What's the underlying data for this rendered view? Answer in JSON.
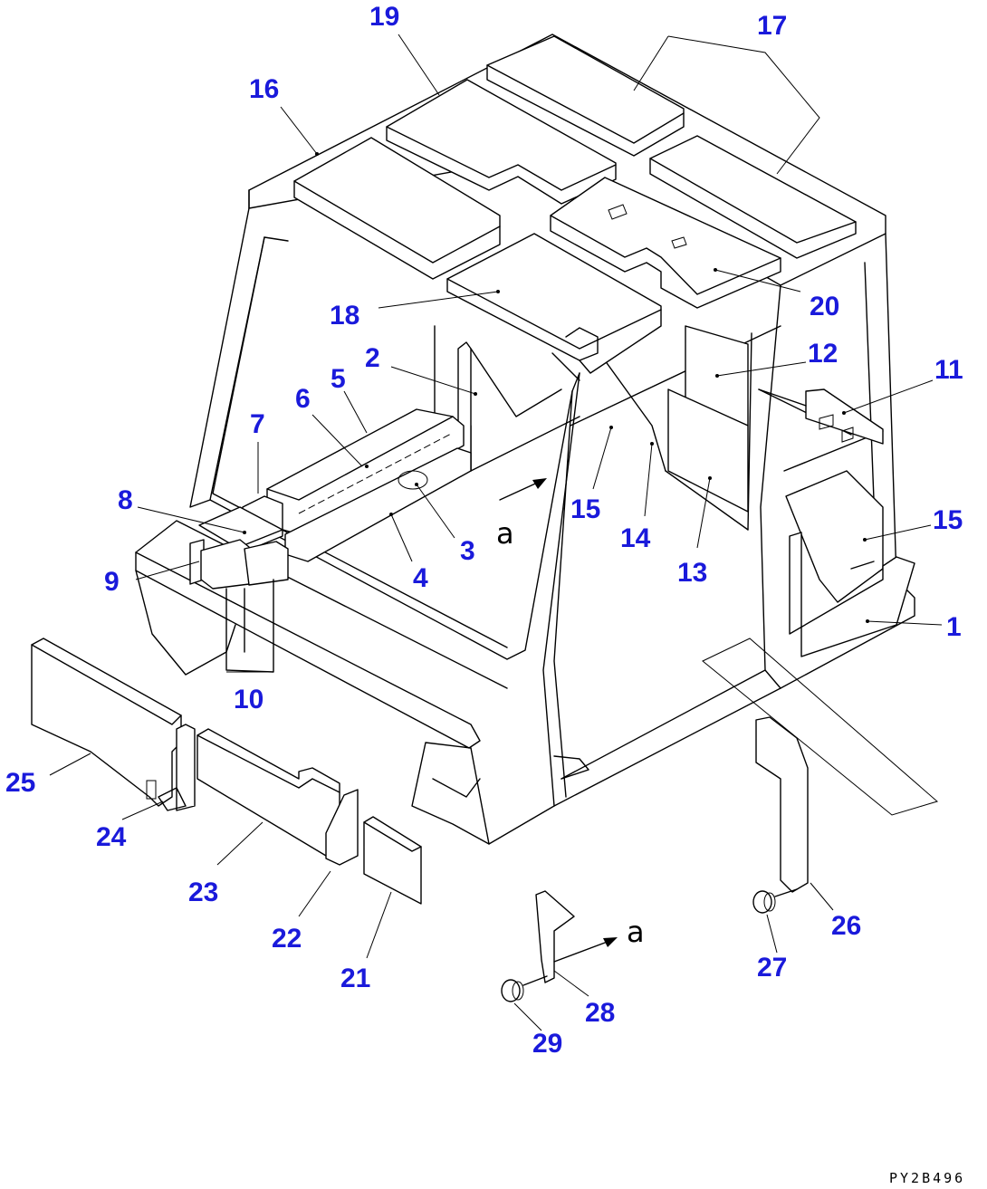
{
  "diagram": {
    "drawing_code": "PY2B496",
    "view_letter": "a",
    "callouts": [
      {
        "id": "c1",
        "label": "1"
      },
      {
        "id": "c2",
        "label": "2"
      },
      {
        "id": "c3",
        "label": "3"
      },
      {
        "id": "c4",
        "label": "4"
      },
      {
        "id": "c5",
        "label": "5"
      },
      {
        "id": "c6",
        "label": "6"
      },
      {
        "id": "c7",
        "label": "7"
      },
      {
        "id": "c8",
        "label": "8"
      },
      {
        "id": "c9",
        "label": "9"
      },
      {
        "id": "c10",
        "label": "10"
      },
      {
        "id": "c11",
        "label": "11"
      },
      {
        "id": "c12",
        "label": "12"
      },
      {
        "id": "c13",
        "label": "13"
      },
      {
        "id": "c14",
        "label": "14"
      },
      {
        "id": "c15a",
        "label": "15"
      },
      {
        "id": "c15b",
        "label": "15"
      },
      {
        "id": "c16",
        "label": "16"
      },
      {
        "id": "c17",
        "label": "17"
      },
      {
        "id": "c18",
        "label": "18"
      },
      {
        "id": "c19",
        "label": "19"
      },
      {
        "id": "c20",
        "label": "20"
      },
      {
        "id": "c21",
        "label": "21"
      },
      {
        "id": "c22",
        "label": "22"
      },
      {
        "id": "c23",
        "label": "23"
      },
      {
        "id": "c24",
        "label": "24"
      },
      {
        "id": "c25",
        "label": "25"
      },
      {
        "id": "c26",
        "label": "26"
      },
      {
        "id": "c27",
        "label": "27"
      },
      {
        "id": "c28",
        "label": "28"
      },
      {
        "id": "c29",
        "label": "29"
      }
    ]
  }
}
